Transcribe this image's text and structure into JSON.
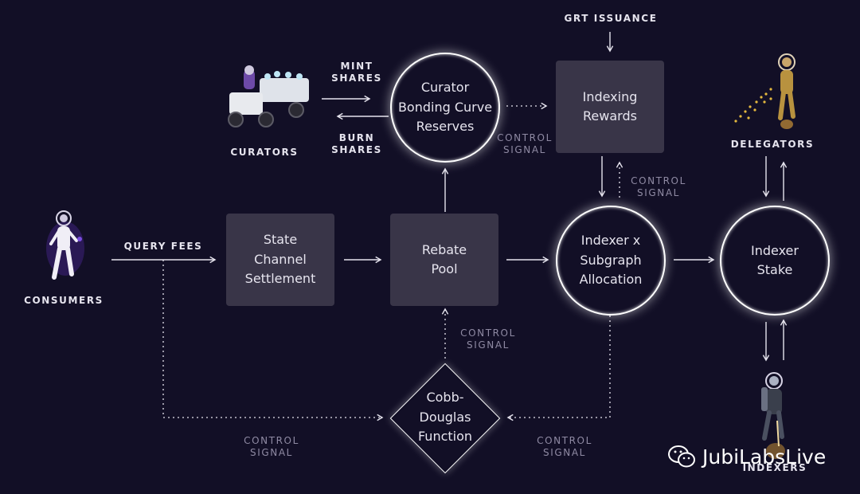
{
  "actors": {
    "consumers": "CONSUMERS",
    "curators": "CURATORS",
    "delegators": "DELEGATORS",
    "indexers": "INDEXERS"
  },
  "nodes": {
    "state_channel": "State\nChannel\nSettlement",
    "rebate_pool": "Rebate\nPool",
    "indexing_rewards": "Indexing\nRewards",
    "curator_reserves": "Curator\nBonding Curve\nReserves",
    "indexer_allocation": "Indexer x\nSubgraph\nAllocation",
    "indexer_stake": "Indexer\nStake",
    "cobb_douglas": "Cobb-\nDouglas\nFunction"
  },
  "labels": {
    "grt_issuance": "GRT ISSUANCE",
    "mint_shares": "MINT\nSHARES",
    "burn_shares": "BURN\nSHARES",
    "query_fees": "QUERY FEES",
    "control_signal": "CONTROL\nSIGNAL"
  },
  "watermark": "JubiLabsLive",
  "colors": {
    "background": "#120f26",
    "box": "#393548",
    "line": "#e6e4ee",
    "dim_text": "#8f8aa3"
  }
}
